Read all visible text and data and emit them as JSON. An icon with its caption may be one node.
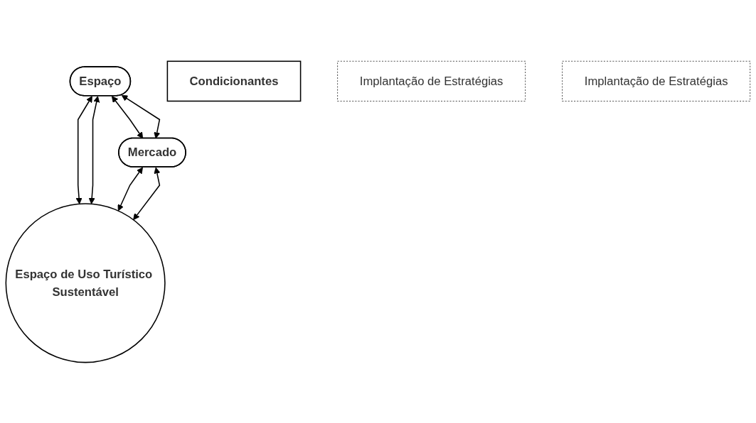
{
  "diagram": {
    "nodes": [
      {
        "text": [
          "Espaço"
        ]
      },
      {
        "text": [
          "Condicionantes"
        ]
      },
      {
        "text": [
          "Mercado"
        ]
      },
      {
        "text": [
          "Espaço de Uso Turístico Sustentável"
        ]
      },
      {
        "text": [
          "Implantação de Estratégias"
        ]
      },
      {
        "text": [
          "Implantação de Estratégias"
        ]
      }
    ],
    "edges": [
      {
        "from": 0,
        "to": 2,
        "arrow": "both"
      },
      {
        "from": 0,
        "to": 2,
        "arrow": "both"
      },
      {
        "from": 0,
        "to": 3,
        "arrow": "both"
      },
      {
        "from": 0,
        "to": 3,
        "arrow": "both"
      },
      {
        "from": 2,
        "to": 3,
        "arrow": "both"
      },
      {
        "from": 2,
        "to": 3,
        "arrow": "both"
      }
    ]
  }
}
